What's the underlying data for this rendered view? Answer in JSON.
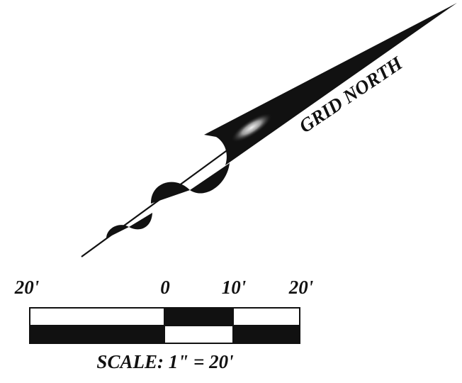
{
  "north_arrow": {
    "label": "GRID NORTH"
  },
  "scale_bar": {
    "tick_labels": [
      "20'",
      "0",
      "10'",
      "20'"
    ],
    "caption": "SCALE: 1\" = 20'"
  },
  "colors": {
    "ink": "#111111",
    "paper": "#ffffff"
  }
}
